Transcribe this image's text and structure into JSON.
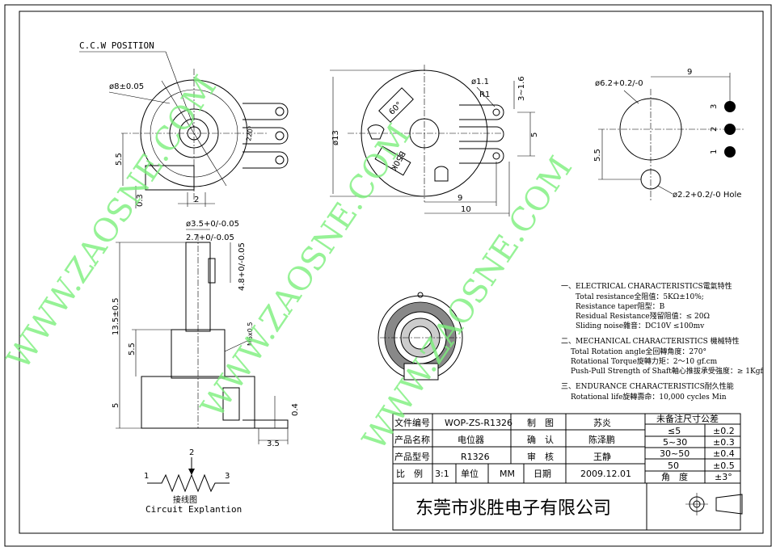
{
  "drawing": {
    "ccw_position": "C.C.W POSITION",
    "angle_60": "60°",
    "angle_220": "220°",
    "marking": "B50K",
    "pins": [
      "1",
      "2",
      "3"
    ]
  },
  "dims": {
    "d8": "ø8±0.05",
    "d5_5a": "5.5",
    "d0_3": "0.3",
    "d2": "2",
    "d1_1": "ø1.1",
    "r1": "R1",
    "d3_1_6": "3~1.6",
    "d13": "ø13",
    "d5": "5",
    "d9": "9",
    "d10": "10",
    "d6_2": "ø6.2+0.2/-0",
    "d9b": "9",
    "d5_5b": "5.5",
    "d2_2": "ø2.2+0.2/-0 Hole",
    "d3_5s": "ø3.5+0/-0.05",
    "d2_7": "2.7+0/-0.05",
    "d4_8": "4.8+0/-0.05",
    "d13_5": "13.5±0.5",
    "d5_5c": "5.5",
    "m6": "M6x0.5",
    "d5b": "5",
    "d0_4": "0.4",
    "d3_5": "3.5"
  },
  "circuit": {
    "pin1": "1",
    "pin2": "2",
    "pin3": "3",
    "label_cn": "接线图",
    "label_en": "Circuit Explantion"
  },
  "specs": {
    "electrical_title": "一、ELECTRICAL CHARACTERISTICS電氣特性",
    "electrical": [
      "Total resistance全阻值：5KΩ±10%;",
      "Resistance taper阻型：B",
      "Residual Resistance殘留阻值：≤ 20Ω",
      "Sliding noise雜音：DC10V  ≤100mv"
    ],
    "mechanical_title": "二、MECHANICAL CHARACTERISTICS  機械特性",
    "mechanical": [
      "Total Rotation angle全回轉角度：270°",
      "Rotational Torque旋轉力矩：2～10 gf.cm",
      "Push-Pull Strength of Shaft軸心推拔承受強度：≥ 1Kgf"
    ],
    "endurance_title": "三、ENDURANCE CHARACTERISTICS耐久性能",
    "endurance": [
      "Rotational life旋轉壽命：10,000 cycles Min"
    ]
  },
  "titleblock": {
    "rows": [
      [
        "文件编号",
        "WOP-ZS-R1326",
        "制　图",
        "苏炎"
      ],
      [
        "产品名称",
        "电位器",
        "确　认",
        "陈泽鹏"
      ],
      [
        "产品型号",
        "R1326",
        "审　核",
        "王静"
      ]
    ],
    "scale_label": "比　例",
    "scale_value": "3:1",
    "unit_label": "单位",
    "unit_value": "MM",
    "date_label": "日期",
    "date_value": "2009.12.01",
    "company": "东莞市兆胜电子有限公司"
  },
  "tolerance": {
    "title": "未备注尺寸公差",
    "rows": [
      [
        "≤5",
        "±0.2"
      ],
      [
        "5~30",
        "±0.3"
      ],
      [
        "30~50",
        "±0.4"
      ],
      [
        "50",
        "±0.5"
      ],
      [
        "角　度",
        "±3°"
      ]
    ]
  },
  "watermarks": [
    "WWW.ZAOSNE.COM",
    "WWW.ZAOSNE.COM",
    "WWW.ZAOSNE.COM"
  ]
}
